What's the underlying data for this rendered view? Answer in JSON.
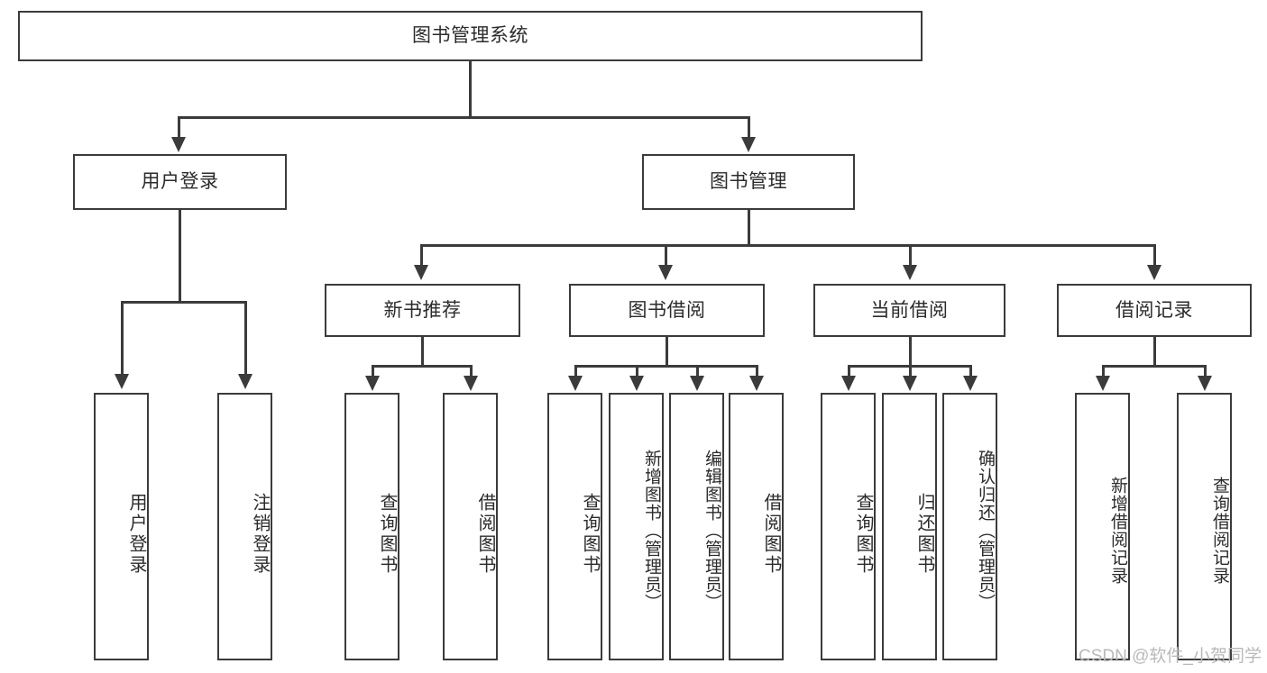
{
  "diagram": {
    "title": "图书管理系统",
    "root": {
      "label": "图书管理系统"
    },
    "level1": [
      {
        "label": "用户登录"
      },
      {
        "label": "图书管理"
      }
    ],
    "level2": [
      {
        "label": "新书推荐"
      },
      {
        "label": "图书借阅"
      },
      {
        "label": "当前借阅"
      },
      {
        "label": "借阅记录"
      }
    ],
    "leaves": {
      "user_login": [
        {
          "label": "用户登录"
        },
        {
          "label": "注销登录"
        }
      ],
      "new_book": [
        {
          "label": "查询图书"
        },
        {
          "label": "借阅图书"
        }
      ],
      "book_borrow": [
        {
          "label": "查询图书"
        },
        {
          "label": "新增图书（管理员）"
        },
        {
          "label": "编辑图书（管理员）"
        },
        {
          "label": "借阅图书"
        }
      ],
      "current_borrow": [
        {
          "label": "查询图书"
        },
        {
          "label": "归还图书"
        },
        {
          "label": "确认归还（管理员）"
        }
      ],
      "borrow_record": [
        {
          "label": "新增借阅记录"
        },
        {
          "label": "查询借阅记录"
        }
      ]
    }
  },
  "watermark": {
    "text": "CSDN @软件_小贺同学"
  },
  "colors": {
    "stroke": "#3b3b3b",
    "background": "#ffffff",
    "text": "#2b2b2b",
    "watermark": "#b9b9b9"
  }
}
